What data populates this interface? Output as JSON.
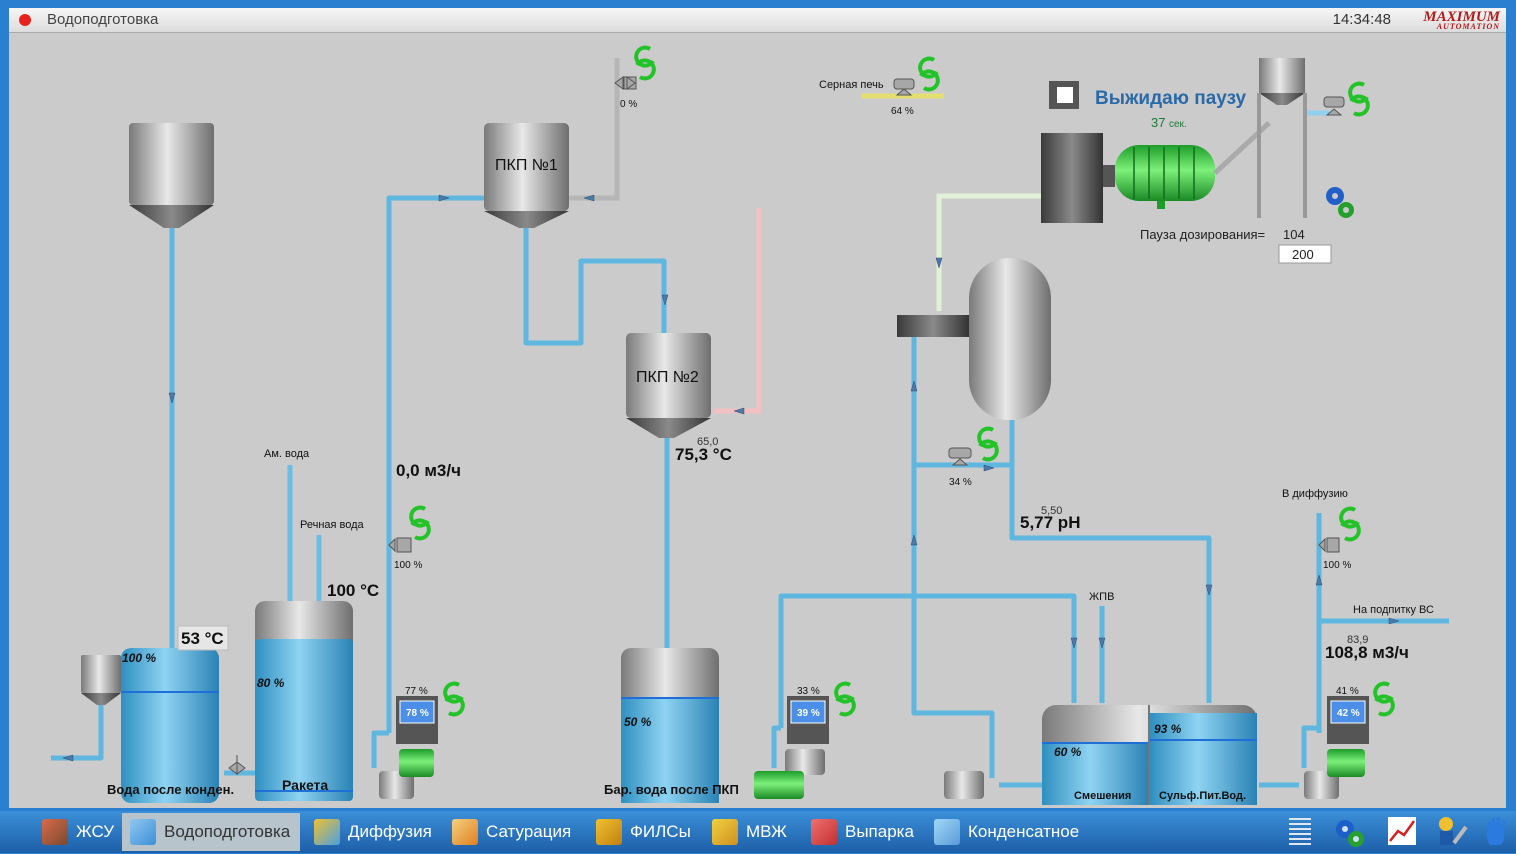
{
  "window": {
    "title": "Водоподготовка",
    "clock": "14:34:48",
    "brand": "MAXIMUM",
    "brand_sub": "AUTOMATION"
  },
  "status": {
    "pause_text": "Выжидаю паузу",
    "pause_seconds": "37",
    "pause_unit": "сек."
  },
  "dosing": {
    "label": "Пауза дозирования=",
    "value": "104",
    "setpoint": "200"
  },
  "tanks": {
    "pkp1": "ПКП №1",
    "pkp2": "ПКП №2",
    "condensate": {
      "level": "100 %",
      "name": "Вода после конден.",
      "temp": "53 °C"
    },
    "raketa": {
      "level": "80 %",
      "name": "Ракета",
      "temp": "100 °C"
    },
    "baro": {
      "level": "50 %",
      "name": "Бар. вода после ПКП"
    },
    "mix": {
      "level": "60 %",
      "name": "Смешения"
    },
    "sulf": {
      "level": "93 %",
      "name": "Сульф.Пит.Вод."
    }
  },
  "labels": {
    "am_water": "Ам. вода",
    "river_water": "Речная вода",
    "sulfur_furnace": "Серная печь",
    "zhpv": "ЖПВ",
    "to_diffusion": "В диффузию",
    "to_feed": "На подпитку ВС"
  },
  "readings": {
    "flow1": "0,0 м3/ч",
    "temp_pkp2": "75,3 °C",
    "temp_pkp2_set": "65,0",
    "ph": "5,77 рН",
    "ph_set": "5,50",
    "flow2": "108,8 м3/ч",
    "flow2_set": "83,9"
  },
  "valves": {
    "v_top": "0 %",
    "v_sulfur": "64 %",
    "v_river": "100 %",
    "v_mid": "34 %",
    "v_diff": "100 %"
  },
  "pumps": {
    "p1": {
      "set": "77 %",
      "actual": "78 %"
    },
    "p2": {
      "set": "33 %",
      "actual": "39 %"
    },
    "p3": {
      "set": "41 %",
      "actual": "42 %"
    }
  },
  "taskbar": {
    "tabs": [
      {
        "label": "ЖСУ"
      },
      {
        "label": "Водоподготовка"
      },
      {
        "label": "Диффузия"
      },
      {
        "label": "Сатурация"
      },
      {
        "label": "ФИЛСы"
      },
      {
        "label": "МВЖ"
      },
      {
        "label": "Выпарка"
      },
      {
        "label": "Конденсатное"
      }
    ]
  },
  "colors": {
    "pipe": "#5fb7e0",
    "water": "#4fb3e2",
    "pump_green": "#2fd43a",
    "accent_title": "#2a6aa8"
  },
  "icons": [
    "refresh-icon",
    "gear-icon",
    "trend-chart-icon",
    "wrench-icon",
    "hand-icon",
    "menu-icon"
  ]
}
